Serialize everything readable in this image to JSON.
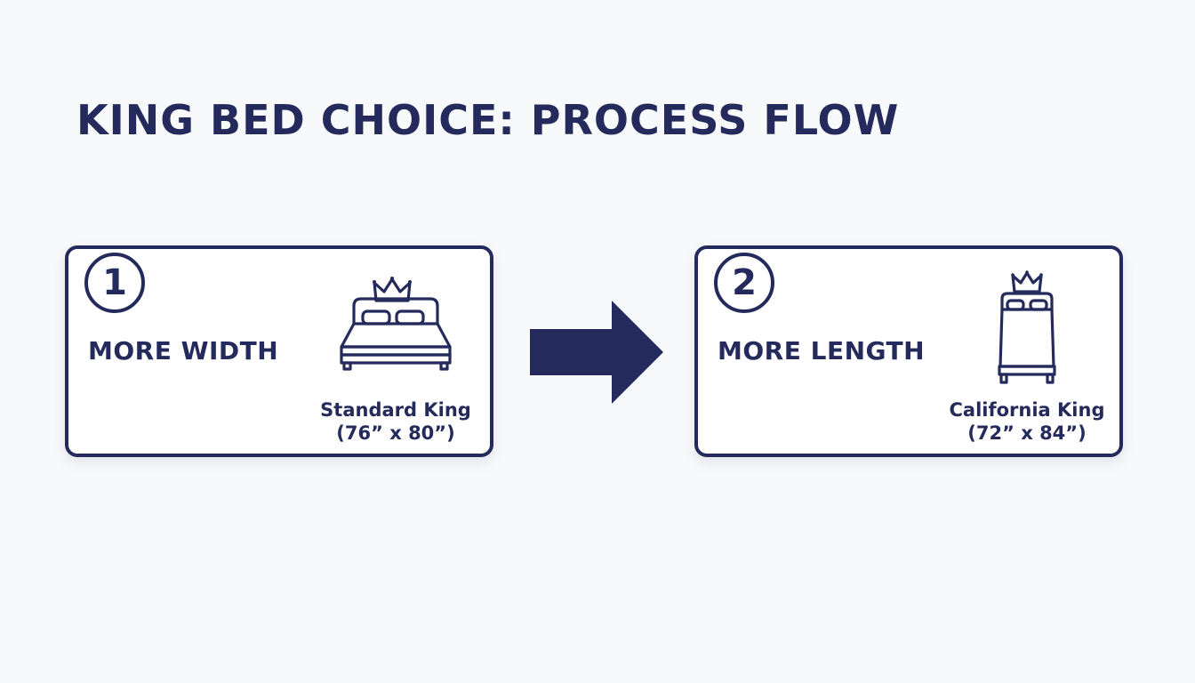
{
  "title": "KING BED CHOICE: PROCESS FLOW",
  "colors": {
    "primary": "#242b5c",
    "background": "#f8f9fb",
    "card": "#ffffff"
  },
  "steps": [
    {
      "number": "1",
      "label": "MORE WIDTH",
      "icon": "king-bed-crown-icon",
      "bed_name": "Standard King",
      "bed_size": "(76” x 80”)"
    },
    {
      "number": "2",
      "label": "MORE LENGTH",
      "icon": "california-king-bed-crown-icon",
      "bed_name": "California King",
      "bed_size": "(72” x 84”)"
    }
  ],
  "connector": {
    "icon": "right-arrow-icon"
  }
}
